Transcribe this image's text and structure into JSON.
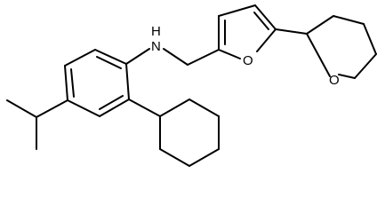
{
  "molecule": {
    "atom_labels": {
      "amine_nh": "H",
      "amine_n": "N",
      "furan_o": "O",
      "pyran_o": "O"
    },
    "colors": {
      "bond": "#000000",
      "background": "#ffffff"
    }
  }
}
